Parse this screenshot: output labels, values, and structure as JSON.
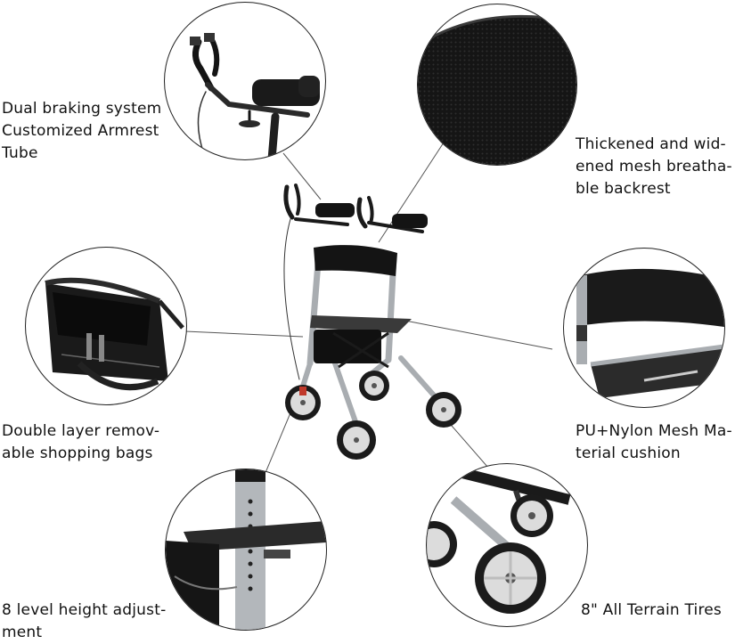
{
  "features": {
    "armrest": [
      "Dual braking system",
      "Customized Armrest",
      "Tube"
    ],
    "backrest": [
      "Thickened and wid-",
      "ened mesh breatha-",
      "ble backrest"
    ],
    "bags": [
      "Double layer remov-",
      "able shopping bags"
    ],
    "cushion": [
      "PU+Nylon Mesh Ma-",
      "terial cushion"
    ],
    "height": [
      "8 level height adjust-",
      "ment"
    ],
    "tires": [
      "8\" All Terrain Tires"
    ]
  },
  "colors": {
    "frame": "#a9adb1",
    "black": "#141414",
    "tire": "#1b1b1b",
    "hub": "#dcdcdc",
    "brake": "#c0392b"
  }
}
